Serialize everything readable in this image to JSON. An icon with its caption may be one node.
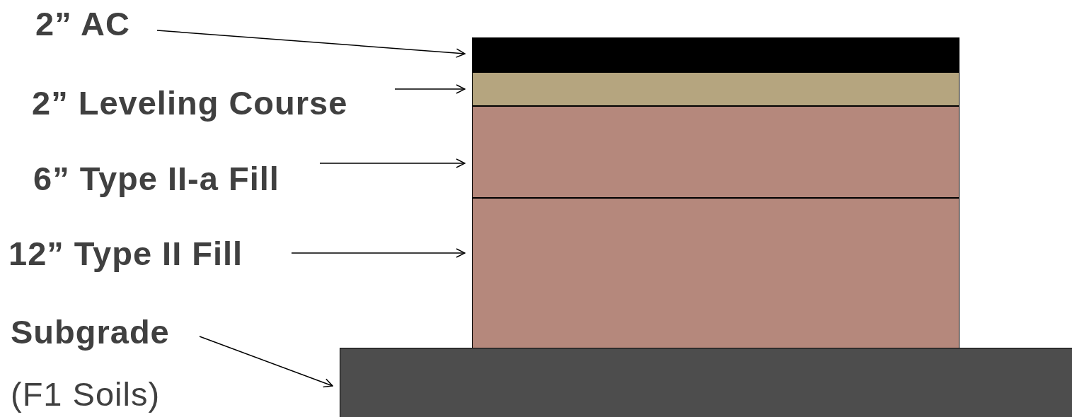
{
  "diagram": {
    "nodes": [
      {
        "text": [
          "2” AC"
        ]
      },
      {
        "text": [
          "2” Leveling Course"
        ]
      },
      {
        "text": [
          "6” Type II-a Fill"
        ]
      },
      {
        "text": [
          "12” Type II Fill"
        ]
      },
      {
        "text": [
          "Subgrade",
          "(F1 Soils)"
        ]
      },
      {
        "text": [],
        "shape": "bar"
      },
      {
        "text": [],
        "shape": "bar"
      },
      {
        "text": [],
        "shape": "bar"
      },
      {
        "text": [],
        "shape": "bar"
      },
      {
        "text": [],
        "shape": "bar"
      }
    ],
    "edges": [
      {
        "from": 0,
        "to": 5,
        "arrow": "to"
      },
      {
        "from": 1,
        "to": 6,
        "arrow": "to"
      },
      {
        "from": 2,
        "to": 7,
        "arrow": "to"
      },
      {
        "from": 3,
        "to": 8,
        "arrow": "to"
      },
      {
        "from": 4,
        "to": 9,
        "arrow": "to"
      }
    ]
  }
}
